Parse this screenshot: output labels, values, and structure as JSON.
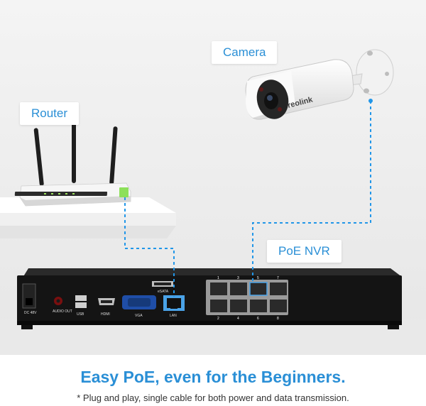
{
  "labels": {
    "router": "Router",
    "camera": "Camera",
    "nvr": "PoE NVR"
  },
  "camera_brand": "reolink",
  "nvr_panel": {
    "dc": "DC 48V",
    "audio_out": "AUDIO OUT",
    "usb": "USB",
    "hdmi": "HDMI",
    "vga": "VGA",
    "esata": "eSATA",
    "lan": "LAN",
    "port_numbers_top": [
      "1",
      "3",
      "5",
      "7"
    ],
    "port_numbers_bottom": [
      "2",
      "4",
      "6",
      "8"
    ]
  },
  "headline": "Easy PoE, even for the Beginners.",
  "subline": "* Plug and play, single cable for both power and data transmission.",
  "colors": {
    "accent": "#2a8fd6",
    "cable": "#2196e8",
    "background": "#eeeeee"
  }
}
